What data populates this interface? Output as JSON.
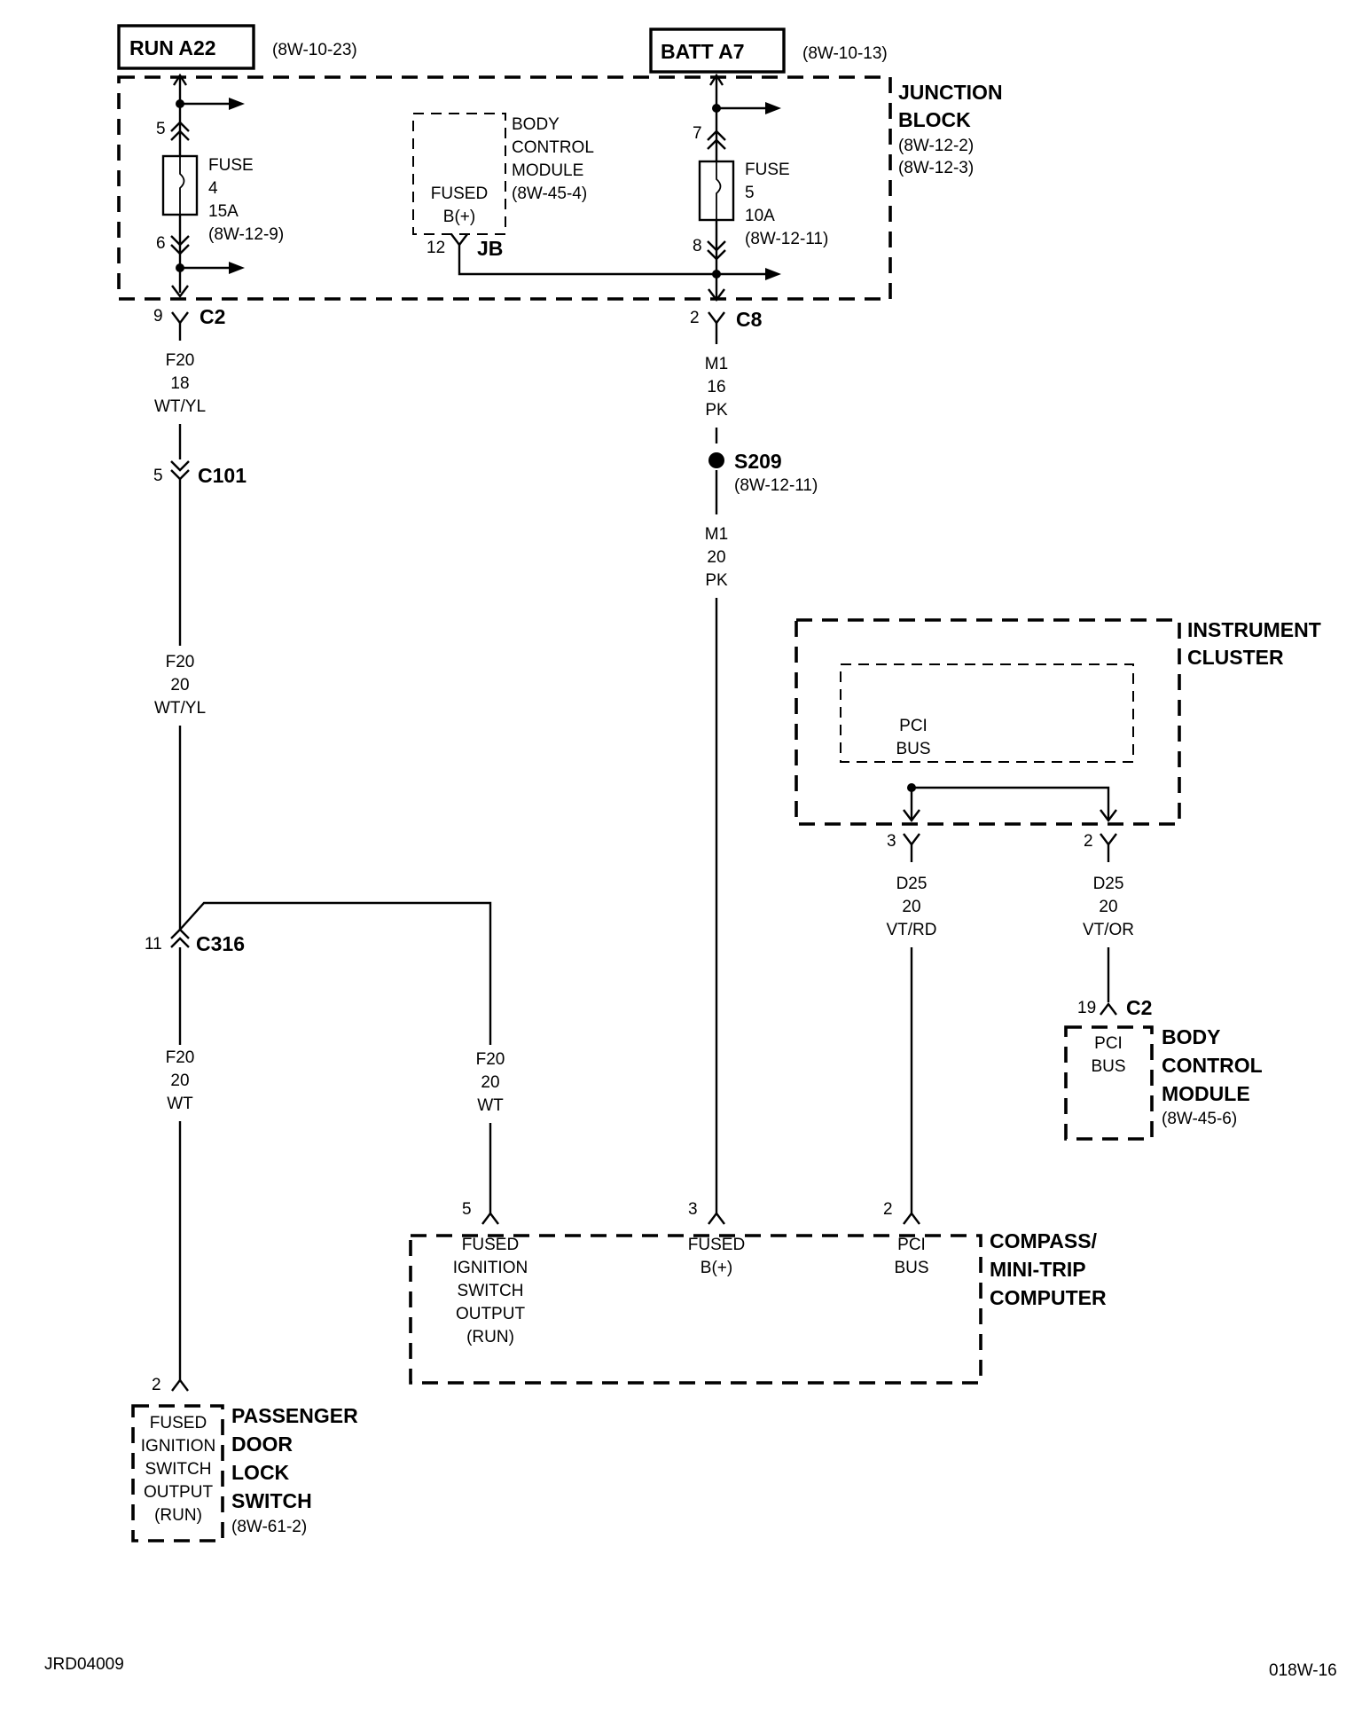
{
  "header": {
    "run_label": "RUN A22",
    "run_ref": "(8W-10-23)",
    "batt_label": "BATT A7",
    "batt_ref": "(8W-10-13)"
  },
  "junction_block": {
    "title_line1": "JUNCTION",
    "title_line2": "BLOCK",
    "ref1": "(8W-12-2)",
    "ref2": "(8W-12-3)",
    "fuse4": {
      "label": "FUSE",
      "number": "4",
      "rating": "15A",
      "ref": "(8W-12-9)",
      "pin_top": "5",
      "pin_bottom": "6"
    },
    "fuse5": {
      "label": "FUSE",
      "number": "5",
      "rating": "10A",
      "ref": "(8W-12-11)",
      "pin_top": "7",
      "pin_bottom": "8"
    },
    "bcm": {
      "line1": "BODY",
      "line2": "CONTROL",
      "line3": "MODULE",
      "ref": "(8W-45-4)",
      "inner1": "FUSED",
      "inner2": "B(+)",
      "pin": "12",
      "connector": "JB"
    }
  },
  "left_circuit": {
    "c2_pin": "9",
    "c2_label": "C2",
    "wire1": {
      "code": "F20",
      "gauge": "18",
      "color": "WT/YL"
    },
    "c101_pin": "5",
    "c101_label": "C101",
    "wire2": {
      "code": "F20",
      "gauge": "20",
      "color": "WT/YL"
    },
    "c316_pin": "11",
    "c316_label": "C316",
    "wire3": {
      "code": "F20",
      "gauge": "20",
      "color": "WT"
    },
    "wire4": {
      "code": "F20",
      "gauge": "20",
      "color": "WT"
    }
  },
  "center_circuit": {
    "c8_pin": "2",
    "c8_label": "C8",
    "wire1": {
      "code": "M1",
      "gauge": "16",
      "color": "PK"
    },
    "splice_label": "S209",
    "splice_ref": "(8W-12-11)",
    "wire2": {
      "code": "M1",
      "gauge": "20",
      "color": "PK"
    }
  },
  "instrument_cluster": {
    "title_line1": "INSTRUMENT",
    "title_line2": "CLUSTER",
    "inner1": "PCI",
    "inner2": "BUS",
    "pin_a": "3",
    "pin_b": "2",
    "wire_a": {
      "code": "D25",
      "gauge": "20",
      "color": "VT/RD"
    },
    "wire_b": {
      "code": "D25",
      "gauge": "20",
      "color": "VT/OR"
    }
  },
  "bcm_bottom": {
    "pin": "19",
    "connector": "C2",
    "inner1": "PCI",
    "inner2": "BUS",
    "title_line1": "BODY",
    "title_line2": "CONTROL",
    "title_line3": "MODULE",
    "ref": "(8W-45-6)"
  },
  "compass": {
    "title_line1": "COMPASS/",
    "title_line2": "MINI-TRIP",
    "title_line3": "COMPUTER",
    "pin5": "5",
    "pin3": "3",
    "pin2": "2",
    "p5_1": "FUSED",
    "p5_2": "IGNITION",
    "p5_3": "SWITCH",
    "p5_4": "OUTPUT",
    "p5_5": "(RUN)",
    "p3_1": "FUSED",
    "p3_2": "B(+)",
    "p2_1": "PCI",
    "p2_2": "BUS"
  },
  "door_switch": {
    "pin": "2",
    "inner1": "FUSED",
    "inner2": "IGNITION",
    "inner3": "SWITCH",
    "inner4": "OUTPUT",
    "inner5": "(RUN)",
    "title_line1": "PASSENGER",
    "title_line2": "DOOR",
    "title_line3": "LOCK",
    "title_line4": "SWITCH",
    "ref": "(8W-61-2)"
  },
  "footer": {
    "left_code": "JRD04009",
    "right_code": "018W-16"
  }
}
